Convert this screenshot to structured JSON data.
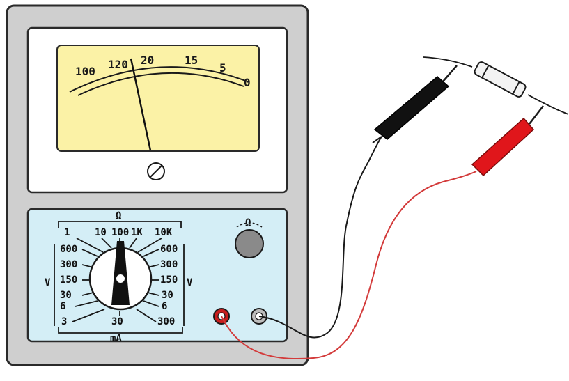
{
  "meter_scale": {
    "labels": [
      "100",
      "120",
      "20",
      "15",
      "5",
      "0"
    ]
  },
  "selector_panel": {
    "top_unit": "Ω",
    "bottom_unit": "mA",
    "left_unit": "V",
    "right_unit": "V",
    "ohm_ranges": [
      "1",
      "10",
      "100",
      "1K",
      "10K"
    ],
    "left_ranges": [
      "600",
      "300",
      "150",
      "30",
      "6",
      "3"
    ],
    "right_ranges": [
      "600",
      "300",
      "150",
      "30",
      "6",
      "300"
    ],
    "bottom_range": "30",
    "adjust_knob_symbol": "Ω"
  },
  "colors": {
    "case": "#cfcfcf",
    "meter_face": "#fbf2a6",
    "selector_panel": "#d4eef6",
    "probe_black": "#111111",
    "probe_red": "#e0161b",
    "lead_red": "#d33a3a"
  }
}
